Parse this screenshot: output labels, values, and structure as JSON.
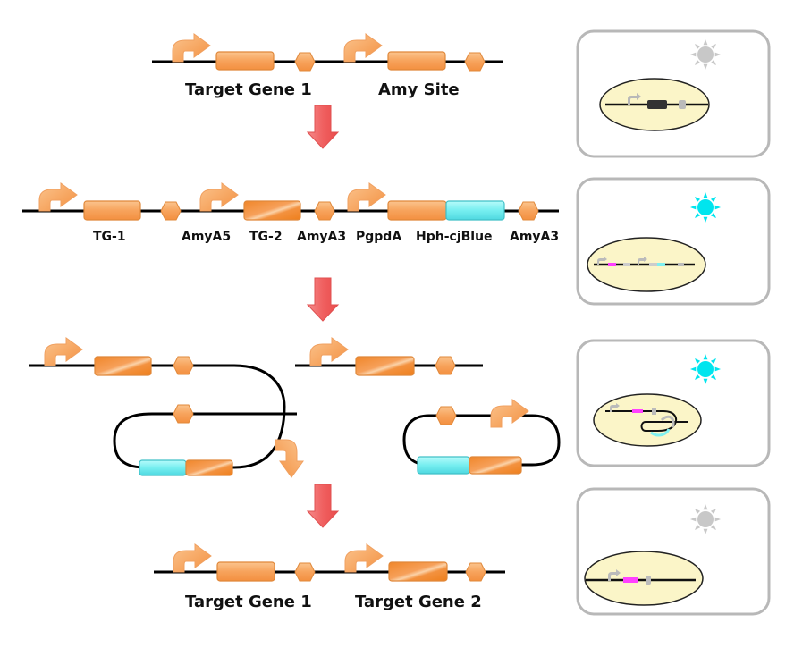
{
  "step1": {
    "labels": [
      "Target Gene 1",
      "Amy Site"
    ]
  },
  "step2": {
    "labels": [
      "TG-1",
      "AmyA5",
      "TG-2",
      "AmyA3",
      "PgpdA",
      "Hph-cjBlue",
      "AmyA3"
    ]
  },
  "step4": {
    "labels": [
      "Target Gene 1",
      "Target Gene 2"
    ]
  },
  "panels": [
    {
      "light": "off",
      "light_color": "#c8c8c8"
    },
    {
      "light": "on",
      "light_color": "#00e5ee"
    },
    {
      "light": "on",
      "light_color": "#00e5ee"
    },
    {
      "light": "off",
      "light_color": "#c8c8c8"
    }
  ],
  "colors": {
    "orange": "#f7a35c",
    "orange_dark": "#f08a2a",
    "cyan": "#7ff0f0",
    "arrow_red": "#f06a6a",
    "panel_fill": "#fbf5c8",
    "magenta": "#ff40ff"
  },
  "icons": [
    "promoter-arrow-icon",
    "gene-block-icon",
    "hexagon-site-icon",
    "down-arrow-icon",
    "light-sun-icon",
    "cell-icon"
  ]
}
